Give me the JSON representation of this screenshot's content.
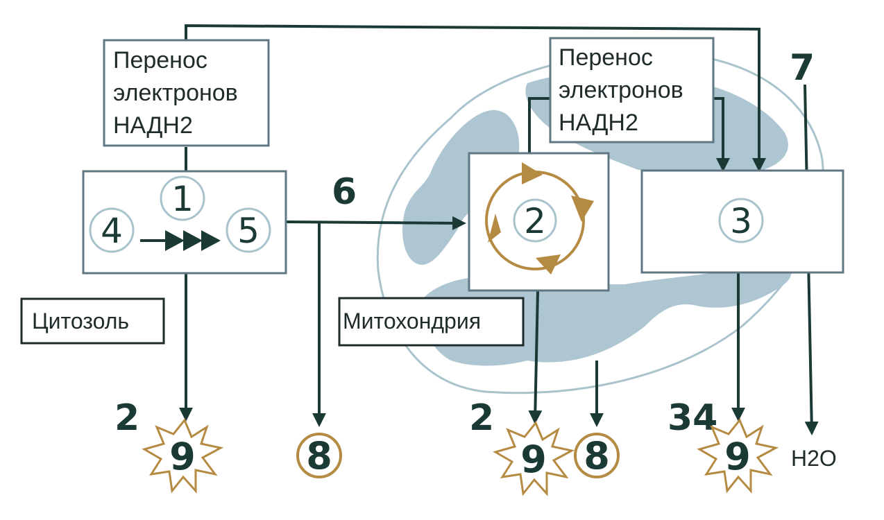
{
  "colors": {
    "dark": "#1b3a36",
    "box_border": "#5f7783",
    "mito_fill": "#aec6d1",
    "mito_stroke": "#a9c3cd",
    "gold": "#b58a42",
    "circle_stroke": "#a9c3cd"
  },
  "labels": {
    "transfer_left": [
      "Перенос",
      "электронов",
      "НАДН2"
    ],
    "transfer_right": [
      "Перенос",
      "электронов",
      "НАДН2"
    ],
    "cytosol": "Цитозоль",
    "mitochondria": "Митохондрия",
    "h2o": "H2O"
  },
  "stages": {
    "s1": "1",
    "s2": "2",
    "s3": "3",
    "s4": "4",
    "s5": "5",
    "s6": "6",
    "s7": "7"
  },
  "outputs": {
    "atp_symbol": "9",
    "co2_symbol": "8",
    "count_glycolysis": "2",
    "count_krebs": "2",
    "count_chain": "34"
  }
}
